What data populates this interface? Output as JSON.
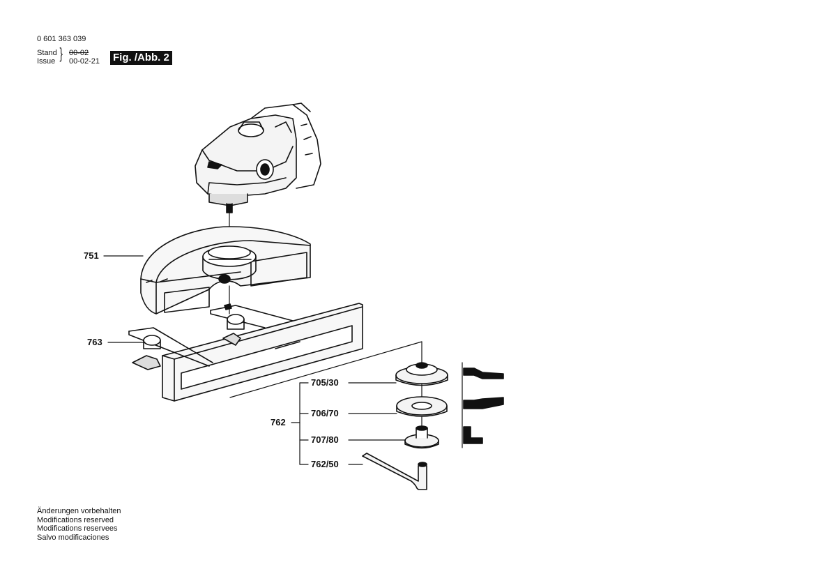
{
  "header": {
    "part_number": "0 601 363 039",
    "stand_label": "Stand",
    "issue_label": "Issue",
    "stand_value_struck": "00-02",
    "issue_value": "00-02-21",
    "figure_label": "Fig. /Abb. 2"
  },
  "callouts": {
    "guard": "751",
    "cutting_guide": "763",
    "group": "762",
    "flange_top": "705/30",
    "flange_bottom": "706/70",
    "nut": "707/80",
    "hex_key": "762/50"
  },
  "footer": {
    "lines": [
      "Änderungen vorbehalten",
      "Modifications reserved",
      "Modifications reservees",
      "Salvo modificaciones"
    ]
  }
}
